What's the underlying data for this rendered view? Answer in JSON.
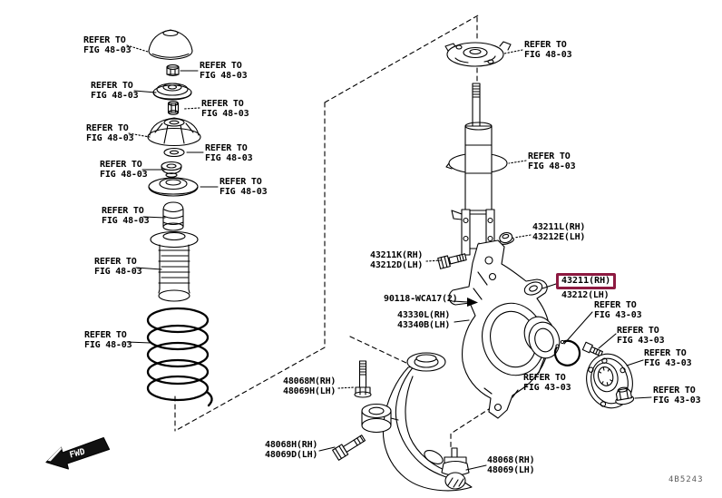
{
  "figure": {
    "code": "4B5243",
    "direction_label": "FWD",
    "highlight_color": "#8d1a41",
    "line_color": "#000000",
    "background": "#ffffff"
  },
  "references": {
    "fig4803": "REFER TO\nFIG 48-03",
    "fig4303": "REFER TO\nFIG 43-03"
  },
  "parts": {
    "knuckle_rh": "43211(RH)",
    "knuckle_lh": "43212(LH)",
    "strut_nut": "43211L(RH)\n43212E(LH)",
    "strut_bolt": "43211K(RH)\n43212D(LH)",
    "knuckle_stud": "90118-WCA17(2)",
    "balljoint_nut": "43330L(RH)\n43340B(LH)",
    "arm_bolt_vertical": "48068M(RH)\n48069H(LH)",
    "arm_bolt_angled": "48068H(RH)\n48069D(LH)",
    "lower_arm": "48068(RH)\n48069(LH)"
  }
}
